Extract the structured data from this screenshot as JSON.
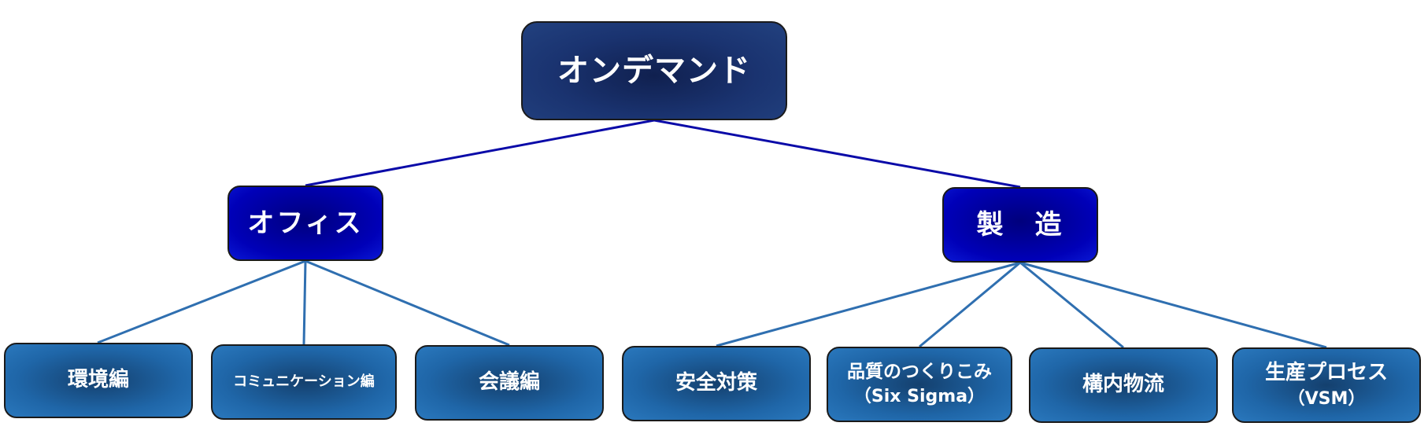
{
  "diagram": {
    "root": {
      "label": "オンデマンド"
    },
    "branches": [
      {
        "label": "オフィス",
        "children": [
          {
            "label": "環境編"
          },
          {
            "label": "コミュニケーション編"
          },
          {
            "label": "会議編"
          }
        ]
      },
      {
        "label": "製　造",
        "children": [
          {
            "label": "安全対策"
          },
          {
            "label": "品質のつくりこみ",
            "label2": "（Six Sigma）"
          },
          {
            "label": "構内物流"
          },
          {
            "label": "生産プロセス",
            "label2": "（VSM）"
          }
        ]
      }
    ]
  },
  "colors": {
    "root_line": "#0a0aa8",
    "branch_line": "#2f6fb0"
  }
}
